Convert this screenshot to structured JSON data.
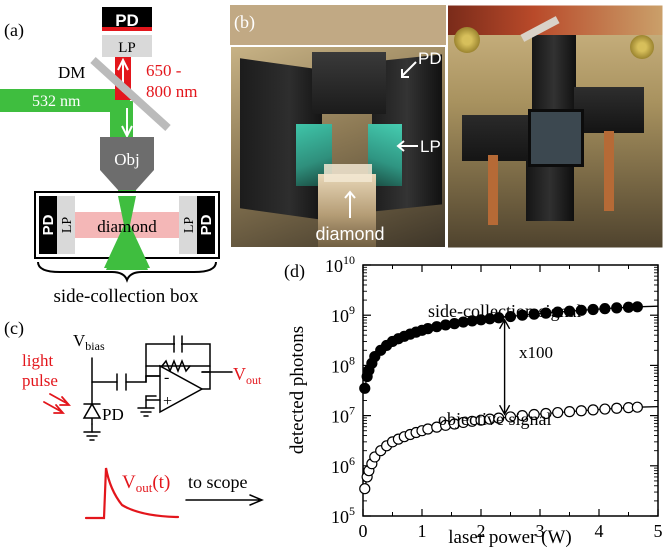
{
  "panel_a": {
    "tag": "(a)",
    "pd": "PD",
    "lp": "LP",
    "dm": "DM",
    "wavelength_in": "532 nm",
    "wavelength_out_line1": "650 -",
    "wavelength_out_line2": "800 nm",
    "obj": "Obj",
    "diamond": "diamond",
    "box_caption": "side-collection box",
    "colors": {
      "green": "#3fbe3f",
      "red": "#e3161c",
      "pink": "#f4b7b7",
      "gray": "#6d6d6d"
    }
  },
  "panel_b": {
    "tag": "(b)",
    "pd": "PD",
    "lp": "LP",
    "diamond": "diamond"
  },
  "panel_c": {
    "tag": "(c)",
    "vbias_main": "V",
    "vbias_sub": "bias",
    "light_line1": "light",
    "light_line2": "pulse",
    "pd": "PD",
    "minus": "-",
    "plus": "+",
    "vout_main": "V",
    "vout_sub": "out",
    "vout_t_main": "V",
    "vout_t_sub": "out",
    "vout_t_tail": "(t)",
    "to_scope": "to scope"
  },
  "panel_d": {
    "tag": "(d)"
  },
  "chart_data": {
    "type": "scatter",
    "xlabel": "laser power (W)",
    "ylabel": "detected photons",
    "xlim": [
      0,
      5
    ],
    "ylim_exp": [
      5,
      10
    ],
    "y_scale": "log",
    "x_ticks": [
      "0",
      "1",
      "2",
      "3",
      "4",
      "5"
    ],
    "y_tick_base": "10",
    "y_tick_exps": [
      "5",
      "6",
      "7",
      "8",
      "9",
      "10"
    ],
    "annotation_ratio": "x100",
    "series": [
      {
        "name": "side-collection signal",
        "marker": "filled",
        "x": [
          0.03,
          0.07,
          0.1,
          0.15,
          0.2,
          0.3,
          0.4,
          0.5,
          0.6,
          0.7,
          0.8,
          0.9,
          1.0,
          1.1,
          1.25,
          1.4,
          1.55,
          1.7,
          1.85,
          2.0,
          2.15,
          2.3,
          2.5,
          2.7,
          2.9,
          3.1,
          3.3,
          3.5,
          3.7,
          3.9,
          4.1,
          4.3,
          4.5,
          4.65
        ],
        "y": [
          35000000.0,
          60000000.0,
          80000000.0,
          110000000.0,
          150000000.0,
          200000000.0,
          250000000.0,
          300000000.0,
          340000000.0,
          380000000.0,
          420000000.0,
          460000000.0,
          500000000.0,
          540000000.0,
          590000000.0,
          640000000.0,
          680000000.0,
          730000000.0,
          770000000.0,
          810000000.0,
          850000000.0,
          890000000.0,
          940000000.0,
          1000000000.0,
          1050000000.0,
          1100000000.0,
          1150000000.0,
          1200000000.0,
          1250000000.0,
          1300000000.0,
          1350000000.0,
          1400000000.0,
          1440000000.0,
          1470000000.0
        ]
      },
      {
        "name": "objective signal",
        "marker": "open",
        "x": [
          0.03,
          0.07,
          0.1,
          0.15,
          0.2,
          0.3,
          0.4,
          0.5,
          0.6,
          0.7,
          0.8,
          0.9,
          1.0,
          1.1,
          1.25,
          1.4,
          1.55,
          1.7,
          1.85,
          2.0,
          2.15,
          2.3,
          2.5,
          2.7,
          2.9,
          3.1,
          3.3,
          3.5,
          3.7,
          3.9,
          4.1,
          4.3,
          4.5,
          4.65
        ],
        "y": [
          350000.0,
          600000.0,
          800000.0,
          1100000.0,
          1500000.0,
          2000000.0,
          2500000.0,
          3000000.0,
          3400000.0,
          3800000.0,
          4200000.0,
          4600000.0,
          5000000.0,
          5400000.0,
          5900000.0,
          6400000.0,
          6800000.0,
          7300000.0,
          7700000.0,
          8100000.0,
          8500000.0,
          8900000.0,
          9400000.0,
          10000000.0,
          10500000.0,
          11000000.0,
          11500000.0,
          12000000.0,
          12500000.0,
          13000000.0,
          13500000.0,
          14000000.0,
          14400000.0,
          14700000.0
        ]
      }
    ]
  }
}
